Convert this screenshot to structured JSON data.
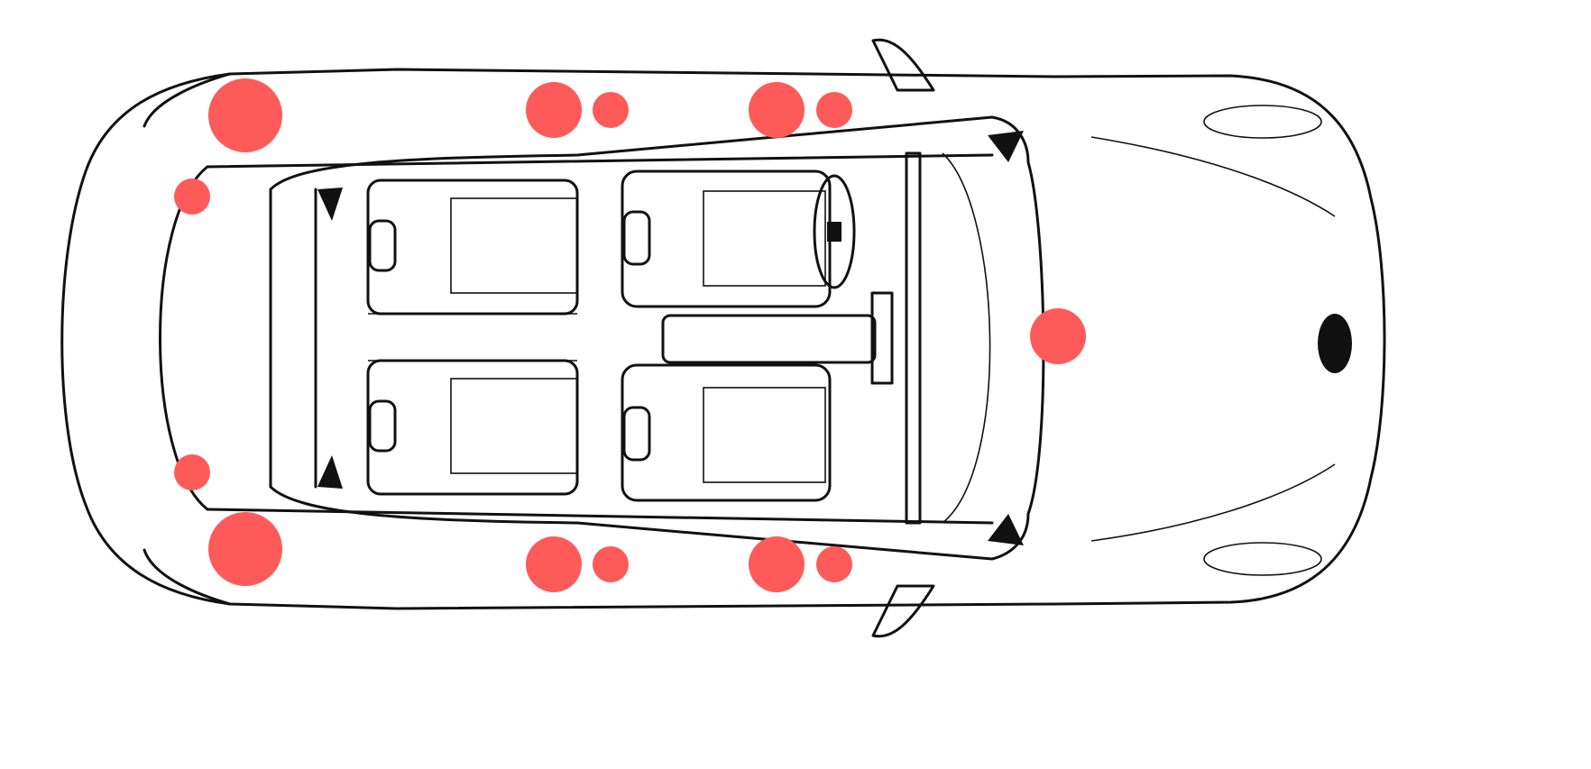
{
  "diagram": {
    "subject": "car-top-view",
    "colors": {
      "marker": "#FF5A5A",
      "outline": "#111111",
      "background": "#FFFFFF"
    },
    "markers": [
      {
        "id": "rear-left-corner",
        "size": "large"
      },
      {
        "id": "left-rear-door-a",
        "size": "medium"
      },
      {
        "id": "left-rear-door-b",
        "size": "small"
      },
      {
        "id": "left-front-door-a",
        "size": "medium"
      },
      {
        "id": "left-front-door-b",
        "size": "small"
      },
      {
        "id": "rear-left-deck",
        "size": "small"
      },
      {
        "id": "dashboard-center",
        "size": "medium"
      },
      {
        "id": "rear-right-deck",
        "size": "small"
      },
      {
        "id": "rear-right-corner",
        "size": "large"
      },
      {
        "id": "right-rear-door-a",
        "size": "medium"
      },
      {
        "id": "right-rear-door-b",
        "size": "small"
      },
      {
        "id": "right-front-door-a",
        "size": "medium"
      },
      {
        "id": "right-front-door-b",
        "size": "small"
      }
    ]
  }
}
